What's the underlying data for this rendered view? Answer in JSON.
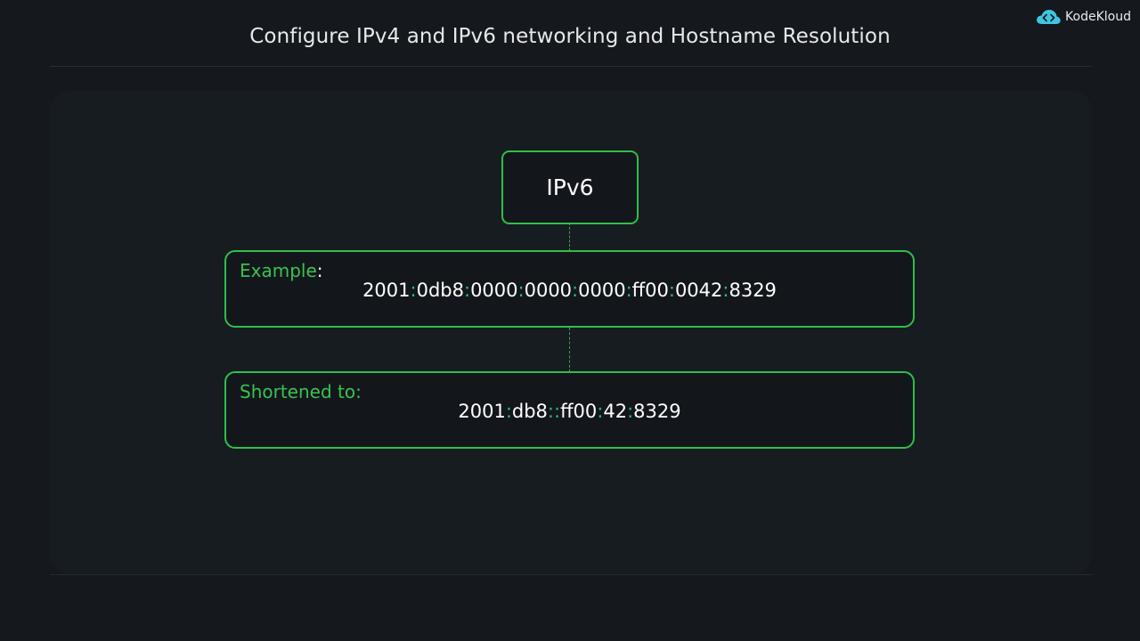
{
  "header": {
    "title": "Configure IPv4 and IPv6 networking and Hostname Resolution"
  },
  "brand": {
    "logo_text": "KodeKloud",
    "icon": "kodekloud-cloud-icon",
    "accent": "#3ec6e0"
  },
  "diagram": {
    "root_label": "IPv6",
    "example": {
      "label": "Example",
      "colon": ":",
      "groups": [
        "2001",
        "0db8",
        "0000",
        "0000",
        "0000",
        "ff00",
        "0042",
        "8329"
      ],
      "separators": [
        ":",
        ":",
        ":",
        ":",
        ":",
        ":",
        ":"
      ]
    },
    "shortened": {
      "label": "Shortened to:",
      "groups": [
        "2001",
        "db8",
        "",
        "ff00",
        "42",
        "8329"
      ],
      "separators": [
        ":",
        ":",
        ":",
        ":",
        ":"
      ]
    }
  },
  "colors": {
    "box_border": "#2fbf4a",
    "label_green": "#3cc150",
    "separator_teal": "#2bb88e",
    "background": "#15181d",
    "panel": "#171c21"
  }
}
